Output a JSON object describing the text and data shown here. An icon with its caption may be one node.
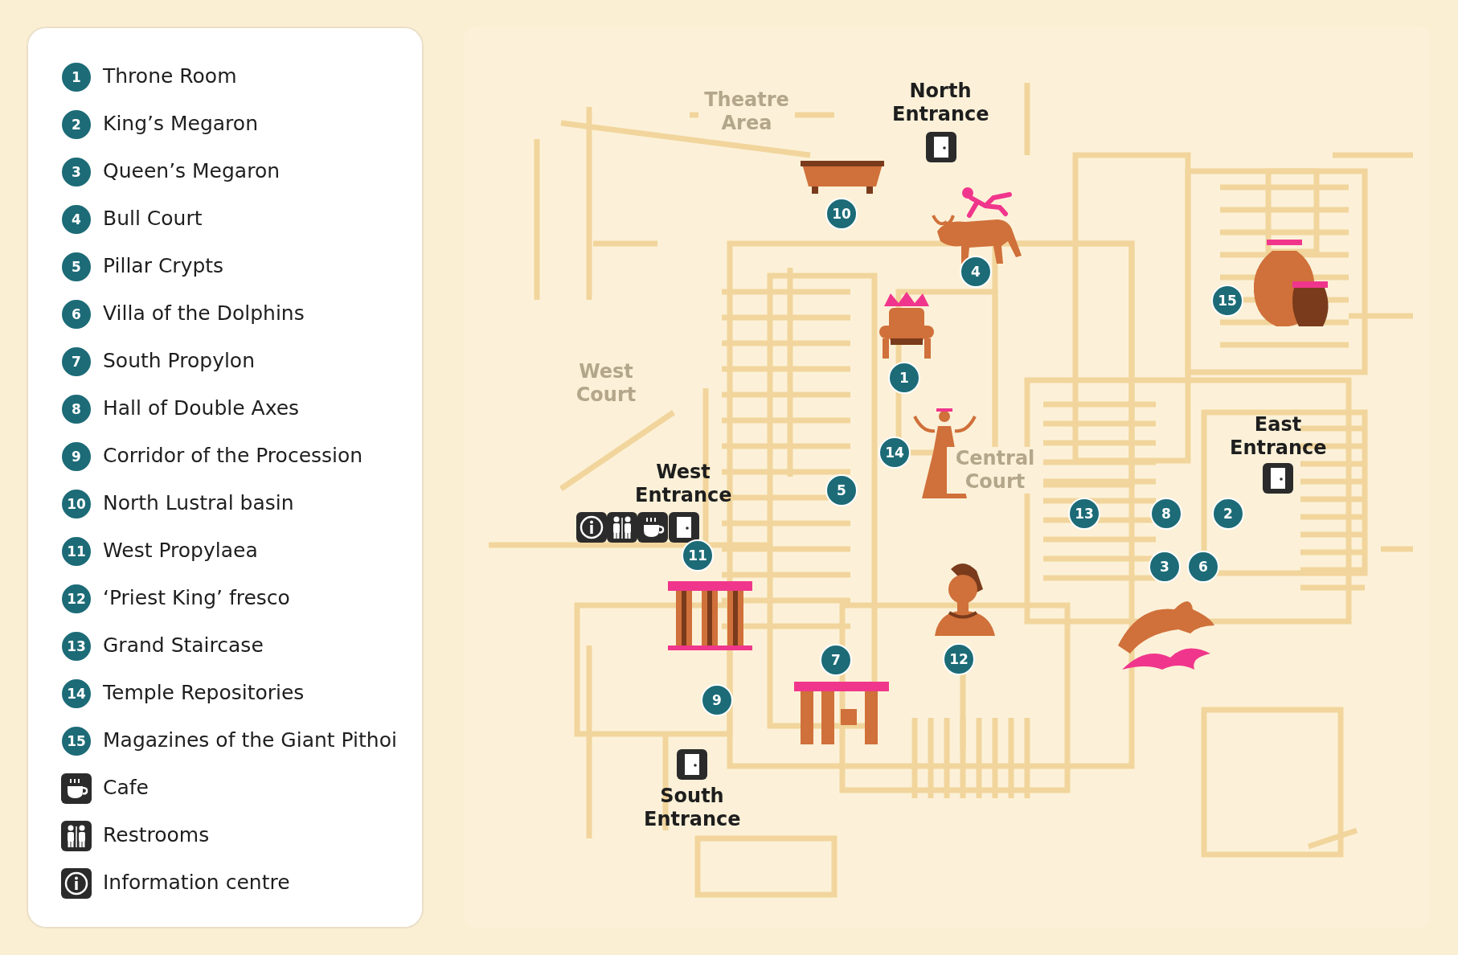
{
  "diagram": {
    "labels": [
      "1",
      "2",
      "3",
      "4",
      "5",
      "6",
      "7",
      "8",
      "9",
      "10",
      "11",
      "12",
      "13",
      "14",
      "15",
      "Theatre Area",
      "North Entrance",
      "10",
      "4",
      "15",
      "1",
      "West Court",
      "East Entrance",
      "West Entrance",
      "5",
      "14",
      "Central Court",
      "13",
      "8",
      "2",
      "11",
      "3",
      "6",
      "7",
      "12",
      "9",
      "South Entrance"
    ],
    "legend": [
      {
        "text": "Throne Room"
      },
      {
        "text": "King’s Megaron"
      },
      {
        "text": "Queen’s Megaron"
      },
      {
        "text": "Bull Court"
      },
      {
        "text": "Pillar Crypts"
      },
      {
        "text": "Villa of the Dolphins"
      },
      {
        "text": "South Propylon"
      },
      {
        "text": "Hall of Double Axes"
      },
      {
        "text": "Corridor of the Procession"
      },
      {
        "text": "North Lustral basin"
      },
      {
        "text": "West Propylaea"
      },
      {
        "text": "‘Priest King’ fresco"
      },
      {
        "text": "Grand Staircase"
      },
      {
        "text": "Temple Repositories"
      },
      {
        "text": "Magazines of the Giant Pithoi"
      },
      {
        "text": "Cafe"
      },
      {
        "text": "Restrooms"
      },
      {
        "text": "Information centre"
      }
    ]
  }
}
